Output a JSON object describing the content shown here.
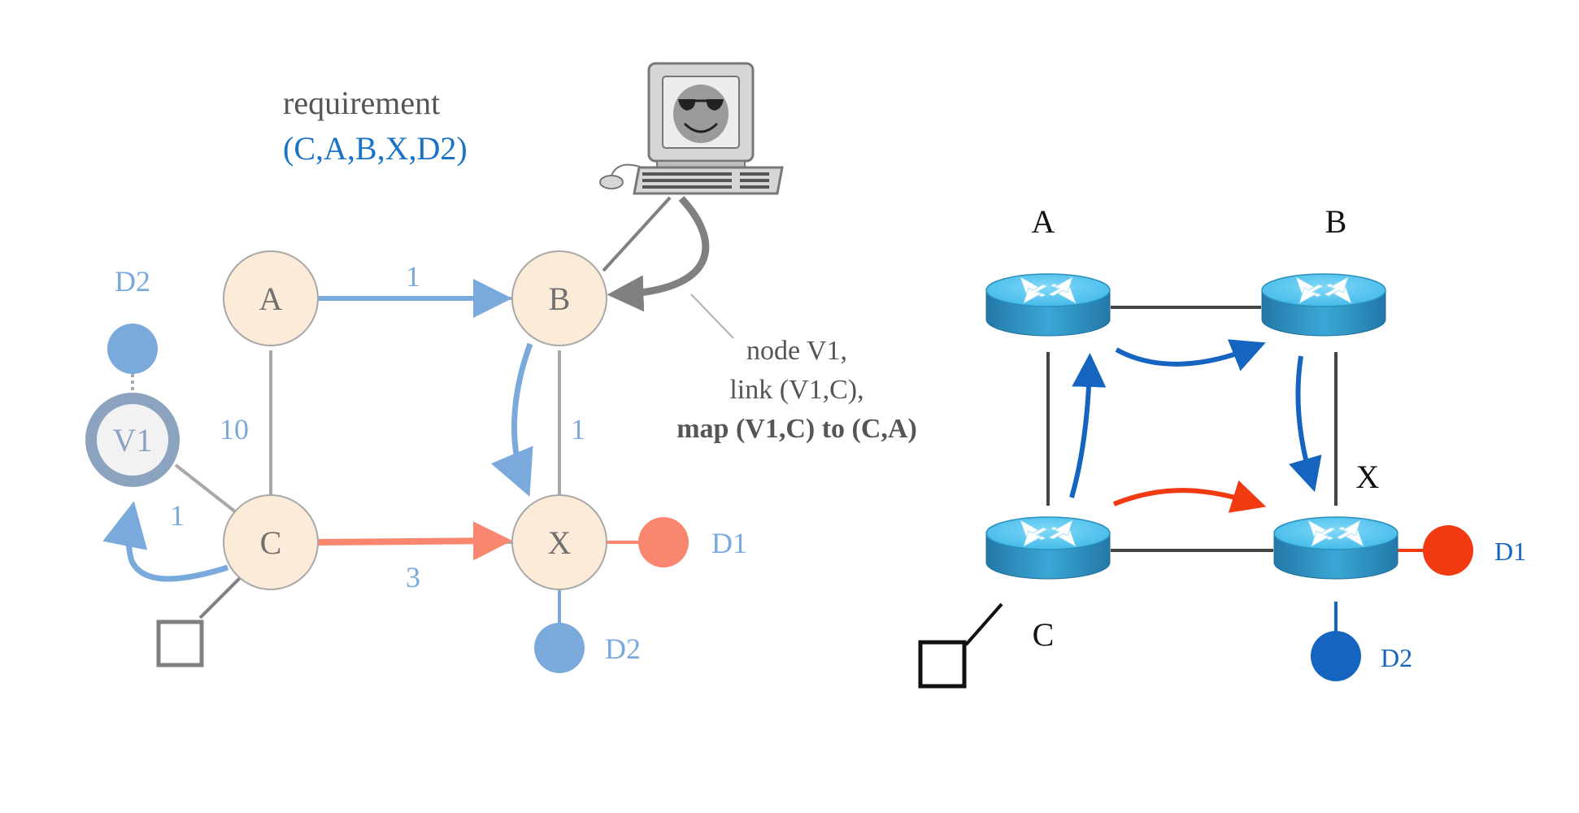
{
  "left": {
    "requirement_label": "requirement",
    "requirement_path": "(C,A,B,X,D2)",
    "nodes": {
      "A": "A",
      "B": "B",
      "C": "C",
      "X": "X",
      "V1": "V1"
    },
    "dest_labels": {
      "d2_top": "D2",
      "d1": "D1",
      "d2_bottom": "D2"
    },
    "weights": {
      "ab": "1",
      "ac": "10",
      "bx": "1",
      "cx": "3",
      "v1c": "1"
    },
    "annotation": {
      "line1": "node V1,",
      "line2": "link (V1,C),",
      "line3": "map (V1,C) to (C,A)"
    }
  },
  "right": {
    "labels": {
      "A": "A",
      "B": "B",
      "C": "C",
      "X": "X",
      "D1": "D1",
      "D2": "D2"
    }
  },
  "colors": {
    "node_fill": "#fdebd9",
    "node_stroke": "#a8a8a8",
    "edge_gray": "#a8a8a8",
    "light_blue": "#7aa9dc",
    "salmon": "#f9866e",
    "dark_blue": "#1565c0",
    "red": "#f23a12",
    "router_top": "#4fc3ef",
    "router_side": "#2a8fbd"
  }
}
